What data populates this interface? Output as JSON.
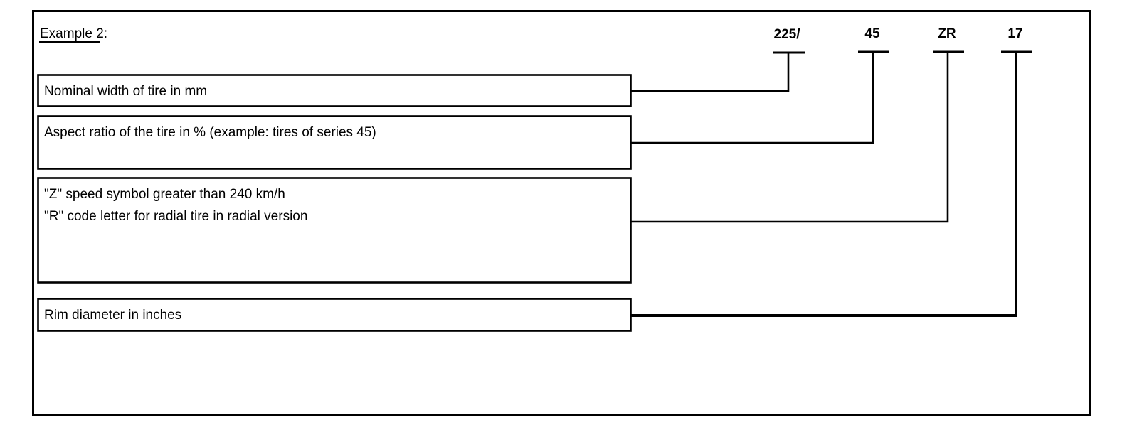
{
  "diagram": {
    "title": "Example 2:",
    "tire_code_full": "225/45 ZR 17",
    "codes": [
      {
        "label": "225/",
        "meaning": "Nominal width of tire in mm"
      },
      {
        "label": "45",
        "meaning": "Aspect ratio of the tire in % (example: tires of series 45)"
      },
      {
        "label": "ZR",
        "meaning": "\"Z\" speed symbol greater than 240 km/h / \"R\" code letter for radial tire in radial version"
      },
      {
        "label": "17",
        "meaning": "Rim diameter in inches"
      }
    ],
    "boxes": [
      {
        "lines": [
          "Nominal width of tire in mm"
        ]
      },
      {
        "lines": [
          "Aspect ratio of the tire in % (example: tires of series 45)"
        ]
      },
      {
        "lines": [
          "\"Z\" speed symbol greater than 240 km/h",
          "\"R\" code letter for radial tire in radial version"
        ]
      },
      {
        "lines": [
          "Rim diameter in inches"
        ]
      }
    ],
    "colors": {
      "ink": "#000000",
      "paper": "#ffffff"
    }
  }
}
